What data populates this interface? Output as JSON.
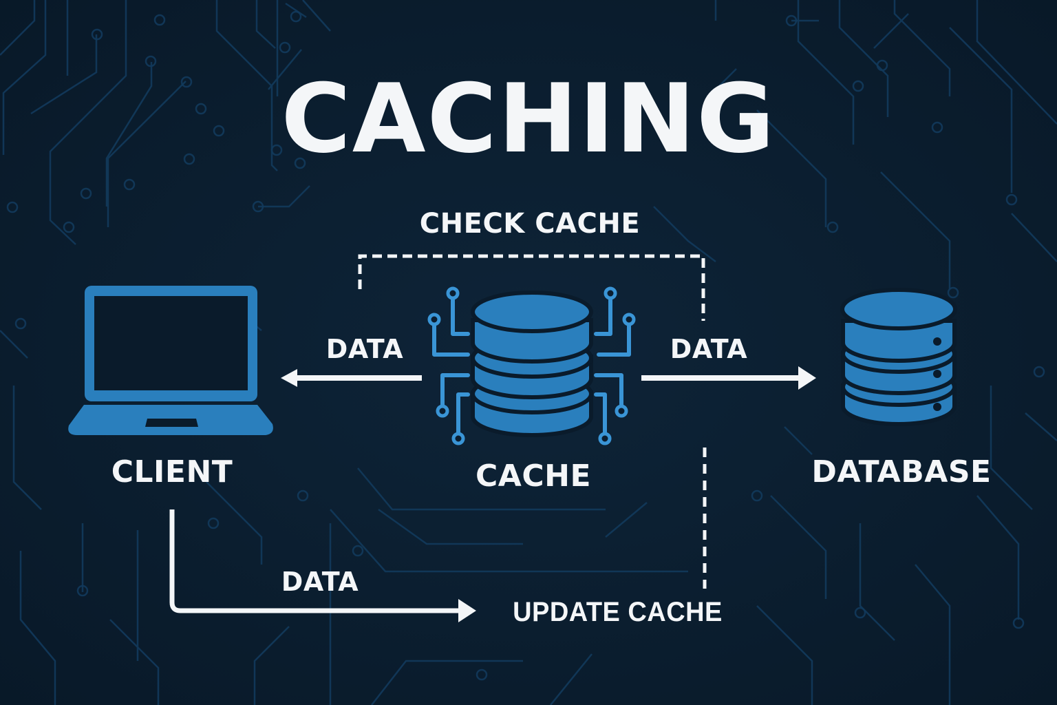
{
  "diagram": {
    "title": "CACHING",
    "theme": {
      "background": "#0b1e30",
      "circuit_trace": "#123a5c",
      "icon_blue": "#2a7fbd",
      "circuit_blue": "#3a95d6",
      "text": "#f4f6f8",
      "arrow": "#f4f6f8"
    },
    "nodes": [
      {
        "id": "client",
        "label": "CLIENT",
        "icon": "laptop-icon"
      },
      {
        "id": "cache",
        "label": "CACHE",
        "icon": "database-circuit-icon"
      },
      {
        "id": "database",
        "label": "DATABASE",
        "icon": "database-icon"
      }
    ],
    "edges": [
      {
        "from": "cache",
        "to": "client",
        "label": "DATA",
        "style": "solid"
      },
      {
        "from": "cache",
        "to": "database",
        "label": "DATA",
        "style": "solid"
      },
      {
        "from": "client",
        "to": "update-cache",
        "label": "DATA",
        "style": "solid"
      },
      {
        "from": "cache",
        "to": "database",
        "label": "CHECK CACHE",
        "style": "dashed"
      },
      {
        "from": "database",
        "to": "update-cache",
        "label": "UPDATE CACHE",
        "style": "dashed"
      }
    ],
    "labels": {
      "check_cache": "CHECK CACHE",
      "data_left": "DATA",
      "data_right": "DATA",
      "data_bottom": "DATA",
      "update_cache": "UPDATE CACHE"
    }
  }
}
